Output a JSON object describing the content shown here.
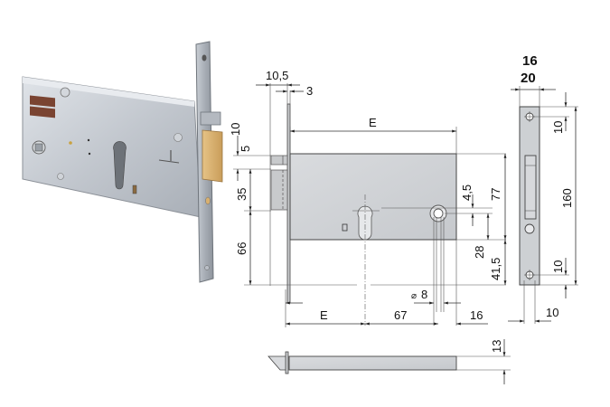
{
  "figure": {
    "title": "Electric mortise lock - dimensional drawing",
    "photo": {
      "label": "Mortise lock product photo",
      "colors": {
        "case": "#b9bec6",
        "case_light": "#d8dce2",
        "faceplate": "#aeb3ba",
        "latch_brass": "#d8b070",
        "label_brown": "#7a4432"
      }
    },
    "side_view": {
      "dimensions": {
        "top_overall": "10,5",
        "faceplate_thickness": "3",
        "backset_label_top": "E",
        "latch_offset_top": "10",
        "latch_height": "5",
        "deadbolt_height": "35",
        "lower_to_cylinder": "66",
        "cylinder_offset": "4,5",
        "case_height": "77",
        "cylinder_to_bottom": "28",
        "lower_extension": "41,5",
        "hole_diameter_symbol": "⌀",
        "hole_diameter": "8",
        "backset_label_bottom": "E",
        "cylinder_to_hole": "67",
        "hole_to_edge": "16"
      }
    },
    "faceplate_view": {
      "dimensions": {
        "width_inner": "16",
        "width_outer": "20",
        "top_hole_offset": "10",
        "overall_height": "160",
        "bottom_hole_offset": "10",
        "hole_from_edge": "10"
      }
    },
    "top_view": {
      "dimensions": {
        "thickness": "13"
      }
    }
  }
}
